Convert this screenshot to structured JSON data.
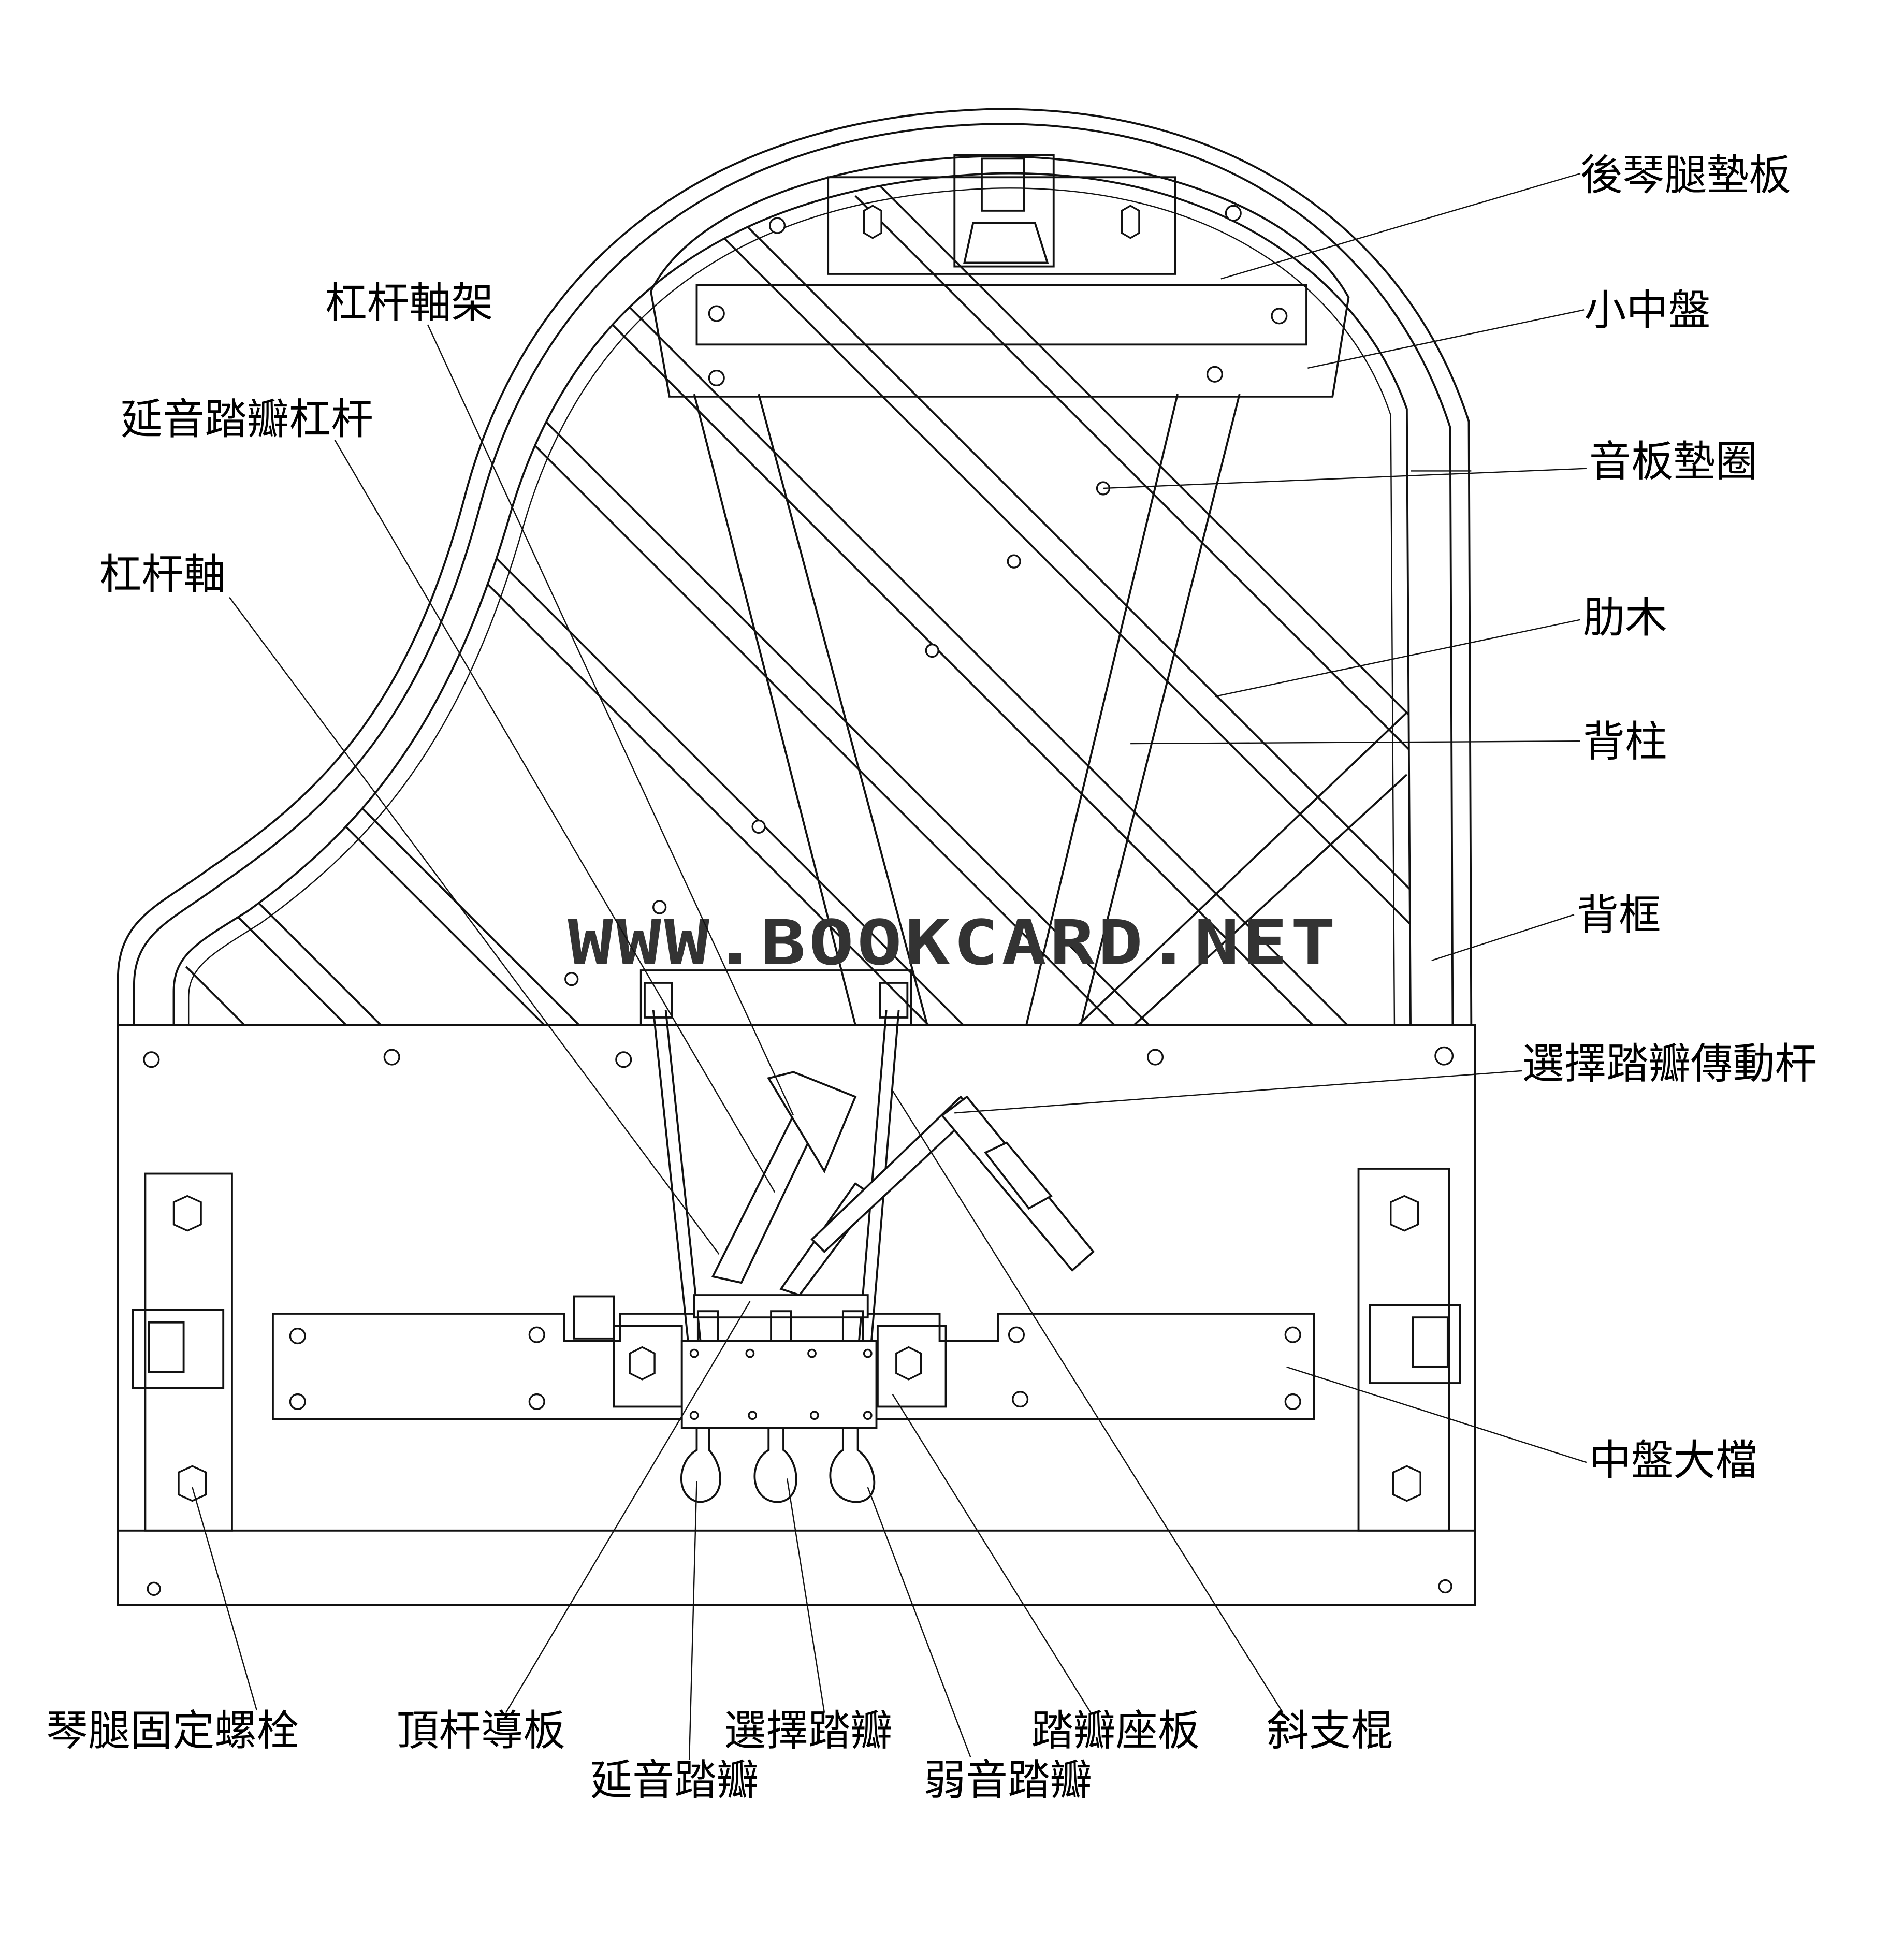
{
  "watermark": "WWW.BOOKCARD.NET",
  "labels": {
    "rear_leg_pad": "後琴腿墊板",
    "small_middle_plate": "小中盤",
    "soundboard_washer": "音板墊圈",
    "rib": "肋木",
    "back_post": "背柱",
    "back_frame": "背框",
    "selector_pedal_rod": "選擇踏瓣傳動杆",
    "middle_plate_beam": "中盤大檔",
    "lever_axle_bracket": "杠杆軸架",
    "sustain_pedal_lever": "延音踏瓣杠杆",
    "lever_axle": "杠杆軸",
    "leg_bolt": "琴腿固定螺栓",
    "push_rod_guide": "頂杆導板",
    "sustain_pedal": "延音踏瓣",
    "selector_pedal": "選擇踏瓣",
    "soft_pedal": "弱音踏瓣",
    "pedal_seat_board": "踏瓣座板",
    "diagonal_brace": "斜支棍"
  }
}
